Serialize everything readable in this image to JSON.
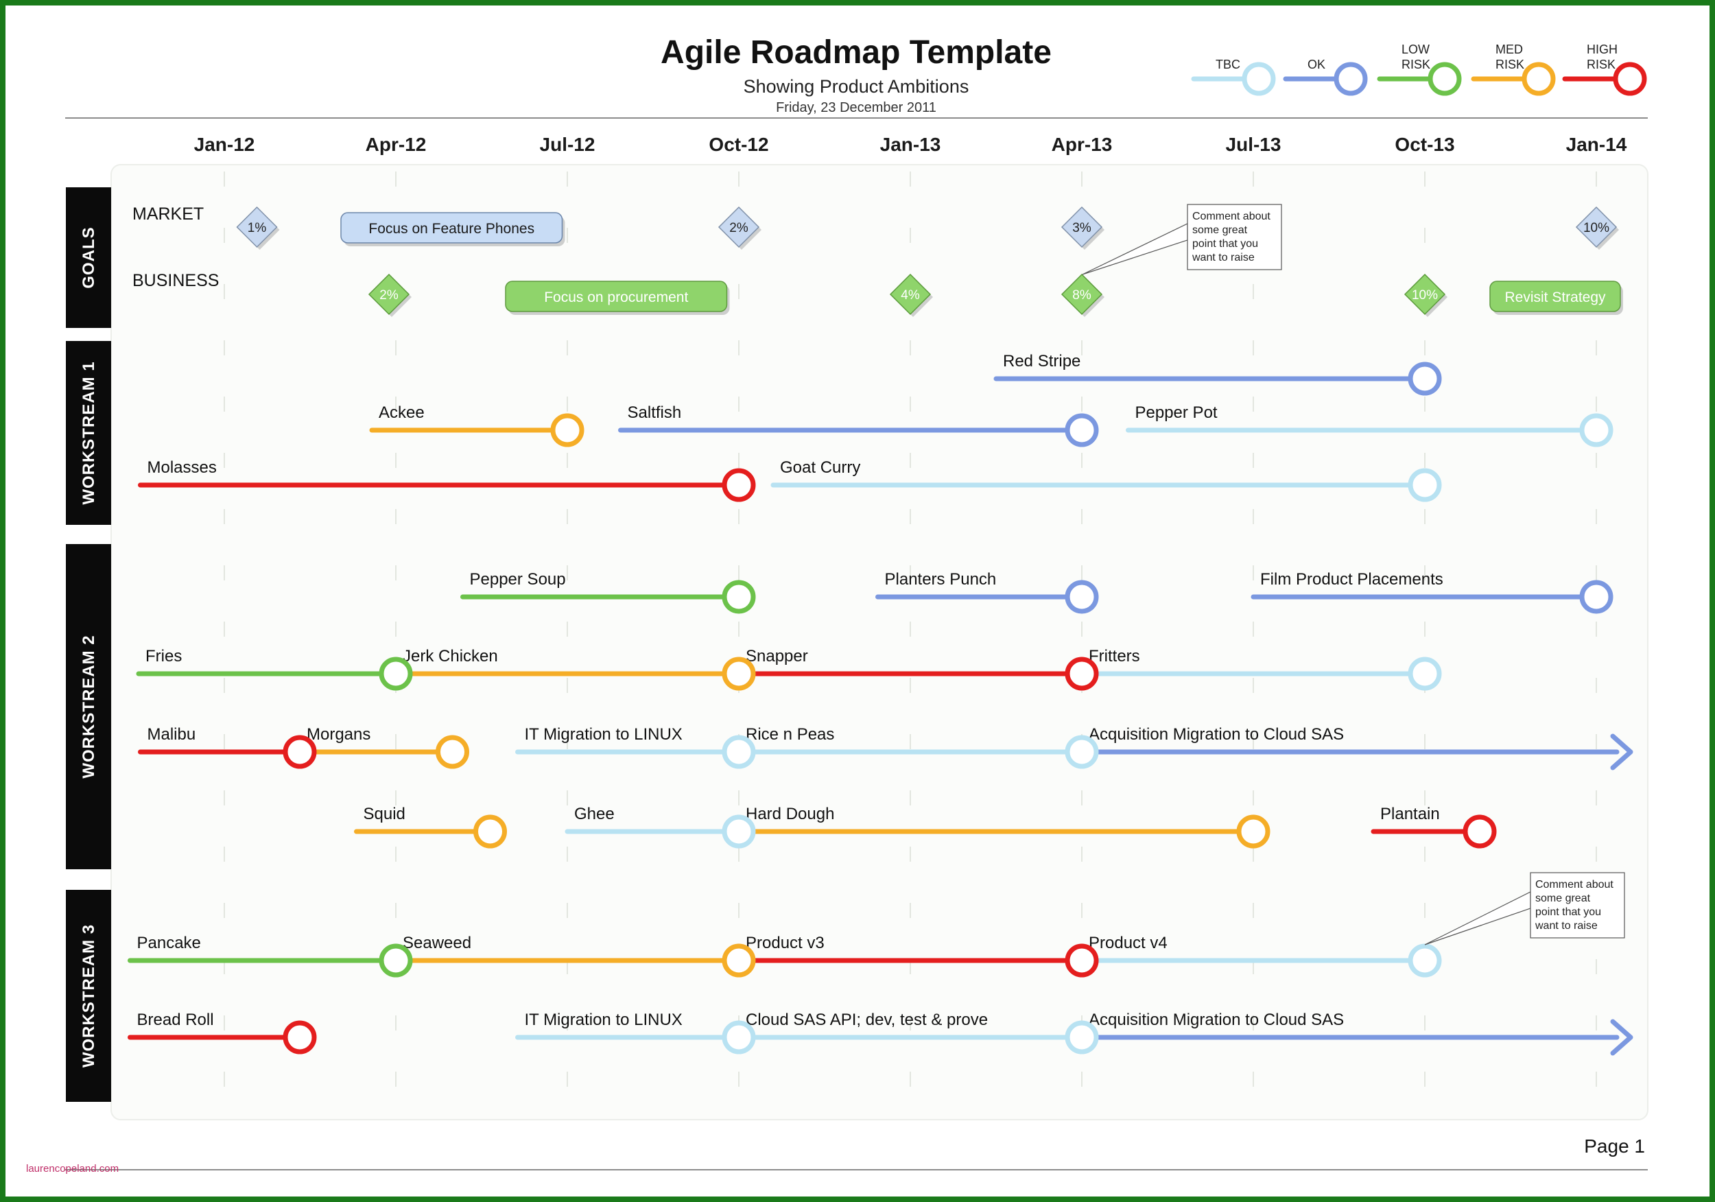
{
  "header": {
    "title": "Agile Roadmap Template",
    "subtitle": "Showing Product Ambitions",
    "date": "Friday, 23 December 2011"
  },
  "legend": [
    {
      "label": [
        "TBC"
      ],
      "color": "#b8e2f2"
    },
    {
      "label": [
        "OK"
      ],
      "color": "#7b98e0"
    },
    {
      "label": [
        "LOW",
        "RISK"
      ],
      "color": "#6cc24a"
    },
    {
      "label": [
        "MED",
        "RISK"
      ],
      "color": "#f5ad27"
    },
    {
      "label": [
        "HIGH",
        "RISK"
      ],
      "color": "#e41e1e"
    }
  ],
  "timeline": {
    "months": [
      "Jan-12",
      "Apr-12",
      "Jul-12",
      "Oct-12",
      "Jan-13",
      "Apr-13",
      "Jul-13",
      "Oct-13",
      "Jan-14"
    ]
  },
  "lanes": [
    "GOALS",
    "WORKSTREAM 1",
    "WORKSTREAM 2",
    "WORKSTREAM 3"
  ],
  "goals": {
    "rows": [
      "MARKET",
      "BUSINESS"
    ],
    "market_diamonds": [
      {
        "label": "1%",
        "month": 0.19
      },
      {
        "label": "2%",
        "month": 3.0
      },
      {
        "label": "3%",
        "month": 5.0
      },
      {
        "label": "10%",
        "month": 8.0
      }
    ],
    "business_diamonds": [
      {
        "label": "2%",
        "month": 0.96
      },
      {
        "label": "4%",
        "month": 4.0
      },
      {
        "label": "8%",
        "month": 5.0
      },
      {
        "label": "10%",
        "month": 7.0
      }
    ],
    "market_bars": [
      {
        "label": "Focus on Feature Phones",
        "start": 0.68,
        "end": 1.97
      }
    ],
    "business_bars": [
      {
        "label": "Focus on procurement",
        "start": 1.64,
        "end": 2.93
      },
      {
        "label": "Revisit Strategy",
        "start": 7.38,
        "end": 8.14
      }
    ]
  },
  "comments": [
    {
      "text": [
        "Comment about",
        "some great",
        "point that you",
        "want to raise"
      ]
    },
    {
      "text": [
        "Comment about",
        "some great",
        "point that you",
        "want to raise"
      ]
    }
  ],
  "workstreams": [
    {
      "lane": 1,
      "rows": [
        [
          {
            "label": "Red Stripe",
            "start": 4.5,
            "end": 7.0,
            "color": "#7b98e0"
          }
        ],
        [
          {
            "label": "Ackee",
            "start": 0.86,
            "end": 2.0,
            "color": "#f5ad27"
          },
          {
            "label": "Saltfish",
            "start": 2.31,
            "end": 5.0,
            "color": "#7b98e0"
          },
          {
            "label": "Pepper Pot",
            "start": 5.27,
            "end": 8.0,
            "color": "#b8e2f2"
          }
        ],
        [
          {
            "label": "Molasses",
            "start": -0.49,
            "end": 3.0,
            "color": "#e41e1e"
          },
          {
            "label": "Goat Curry",
            "start": 3.2,
            "end": 7.0,
            "color": "#b8e2f2"
          }
        ]
      ]
    },
    {
      "lane": 2,
      "rows": [
        [
          {
            "label": "Pepper Soup",
            "start": 1.39,
            "end": 3.0,
            "color": "#6cc24a"
          },
          {
            "label": "Planters Punch",
            "start": 3.81,
            "end": 5.0,
            "color": "#7b98e0"
          },
          {
            "label": "Film Product Placements",
            "start": 6.0,
            "end": 8.0,
            "color": "#7b98e0"
          }
        ],
        [
          {
            "label": "Fries",
            "start": -0.5,
            "end": 1.0,
            "color": "#6cc24a"
          },
          {
            "label": "Jerk Chicken",
            "start": 1.0,
            "end": 3.0,
            "color": "#f5ad27"
          },
          {
            "label": "Snapper",
            "start": 3.0,
            "end": 5.0,
            "color": "#e41e1e"
          },
          {
            "label": "Fritters",
            "start": 5.0,
            "end": 7.0,
            "color": "#b8e2f2"
          }
        ],
        [
          {
            "label": "Malibu",
            "start": -0.49,
            "end": 0.44,
            "color": "#e41e1e"
          },
          {
            "label": "Morgans",
            "start": 0.44,
            "end": 1.33,
            "color": "#f5ad27"
          },
          {
            "label": "IT Migration to LINUX",
            "start": 1.71,
            "end": 3.0,
            "color": "#b8e2f2"
          },
          {
            "label": "Rice n Peas",
            "start": 3.0,
            "end": 5.0,
            "color": "#b8e2f2"
          },
          {
            "label": "Acquisition Migration to Cloud SAS",
            "start": 5.0,
            "end": 8.2,
            "color": "#7b98e0",
            "arrow": true
          }
        ],
        [
          {
            "label": "Squid",
            "start": 0.77,
            "end": 1.55,
            "color": "#f5ad27"
          },
          {
            "label": "Ghee",
            "start": 2.0,
            "end": 3.0,
            "color": "#b8e2f2"
          },
          {
            "label": "Hard Dough",
            "start": 3.0,
            "end": 6.0,
            "color": "#f5ad27"
          },
          {
            "label": "Plantain",
            "start": 6.7,
            "end": 7.32,
            "color": "#e41e1e"
          }
        ]
      ]
    },
    {
      "lane": 3,
      "rows": [
        [
          {
            "label": "Pancake",
            "start": -0.55,
            "end": 1.0,
            "color": "#6cc24a"
          },
          {
            "label": "Seaweed",
            "start": 1.0,
            "end": 3.0,
            "color": "#f5ad27"
          },
          {
            "label": "Product v3",
            "start": 3.0,
            "end": 5.0,
            "color": "#e41e1e"
          },
          {
            "label": "Product v4",
            "start": 5.0,
            "end": 7.0,
            "color": "#b8e2f2"
          }
        ],
        [
          {
            "label": "Bread Roll",
            "start": -0.55,
            "end": 0.44,
            "color": "#e41e1e"
          },
          {
            "label": "IT Migration to LINUX",
            "start": 1.71,
            "end": 3.0,
            "color": "#b8e2f2"
          },
          {
            "label": "Cloud SAS API; dev, test & prove",
            "start": 3.0,
            "end": 5.0,
            "color": "#b8e2f2"
          },
          {
            "label": "Acquisition Migration to Cloud SAS",
            "start": 5.0,
            "end": 8.2,
            "color": "#7b98e0",
            "arrow": true
          }
        ]
      ]
    }
  ],
  "footer": {
    "page": "Page 1",
    "watermark": "laurencopeland.com"
  }
}
